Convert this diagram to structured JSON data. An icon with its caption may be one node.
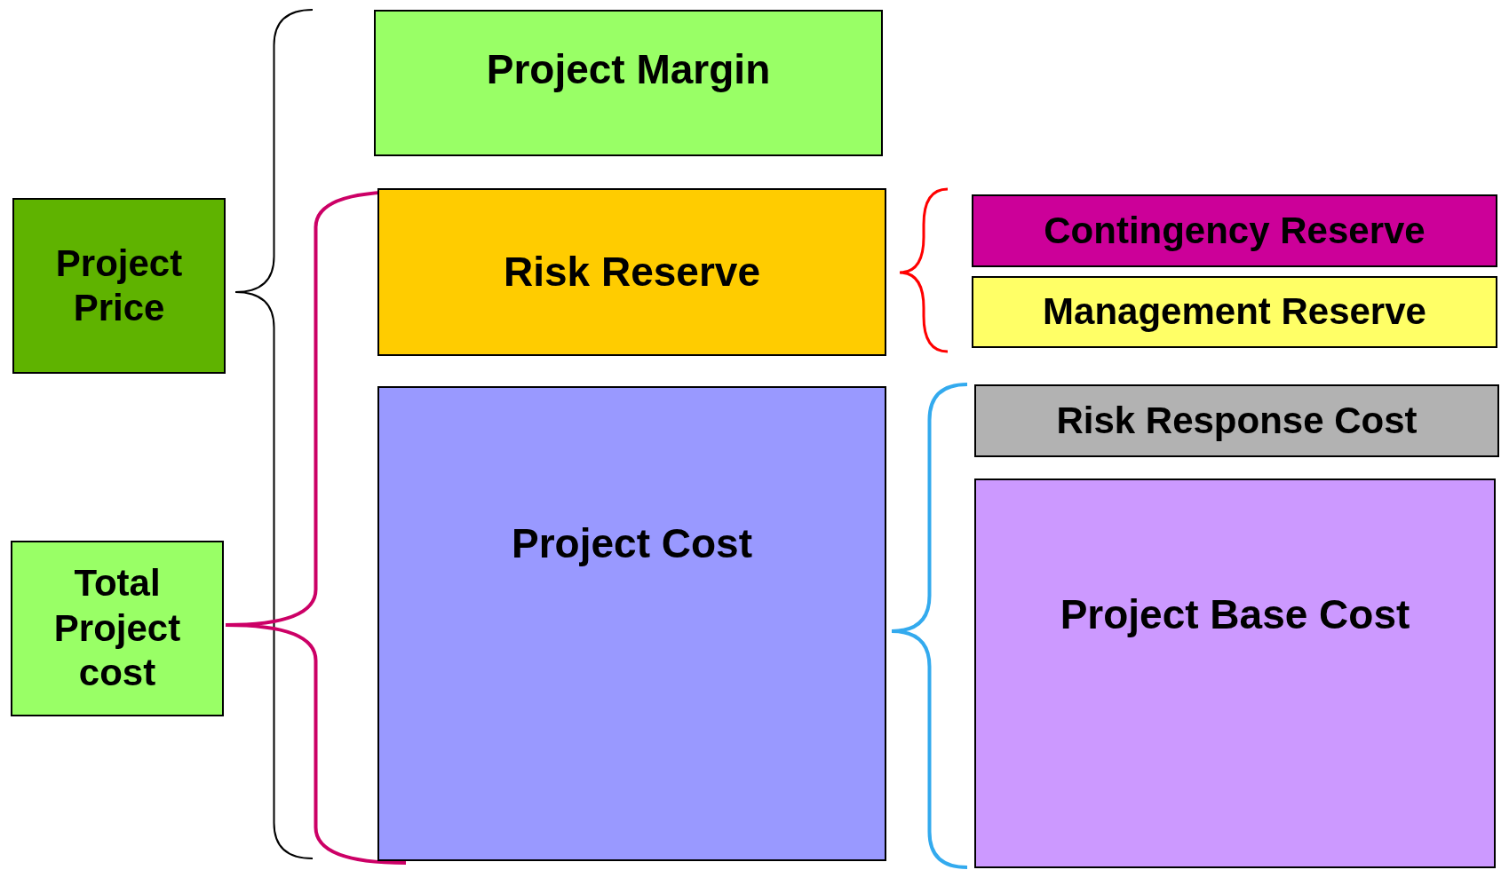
{
  "diagram": {
    "nodes": [
      {
        "text": [
          "Project Price"
        ]
      },
      {
        "text": [
          "Total Project cost"
        ]
      },
      {
        "text": [
          "Project Margin"
        ]
      },
      {
        "text": [
          "Risk Reserve"
        ]
      },
      {
        "text": [
          "Project Cost"
        ]
      },
      {
        "text": [
          "Contingency Reserve"
        ]
      },
      {
        "text": [
          "Management Reserve"
        ]
      },
      {
        "text": [
          "Risk Response Cost"
        ]
      },
      {
        "text": [
          "Project Base Cost"
        ]
      }
    ]
  }
}
